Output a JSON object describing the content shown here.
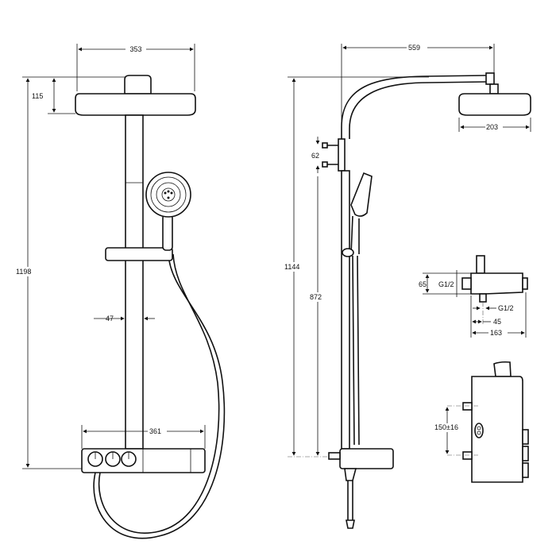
{
  "front_view": {
    "dim_head_width": "353",
    "dim_head_height": "115",
    "dim_total_height": "1198",
    "dim_rail_offset": "47",
    "dim_mixer_width": "361"
  },
  "side_view": {
    "dim_arm_reach": "559",
    "dim_head_depth": "203",
    "dim_bracket_spacing": "62",
    "dim_total_height": "1144",
    "dim_bracket_height": "872"
  },
  "mixer_detail": {
    "dim_height": "65",
    "thread_inlet": "G1/2",
    "thread_outlet": "G1/2",
    "dim_outlet_offset": "45",
    "dim_depth": "163"
  },
  "mixer_back": {
    "dim_inlet_spacing": "150±16"
  }
}
